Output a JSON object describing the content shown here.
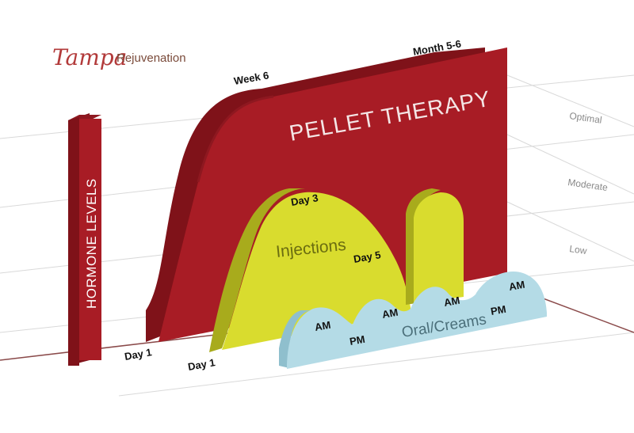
{
  "logo": {
    "script_word": "Tampa",
    "word": "Rejuvenation"
  },
  "chart_data": {
    "type": "area",
    "title": "",
    "y_axis_label": "HORMONE LEVELS",
    "levels": [
      "Optimal",
      "Moderate",
      "Low"
    ],
    "series": [
      {
        "name": "PELLET THERAPY",
        "labels": [
          "Day 1",
          "Week 6",
          "Month 5-6"
        ]
      },
      {
        "name": "Injections",
        "labels": [
          "Day 1",
          "Day 3",
          "Day 5"
        ]
      },
      {
        "name": "Oral/Creams",
        "labels": [
          "AM",
          "PM",
          "AM",
          "AM",
          "PM",
          "AM"
        ]
      }
    ]
  },
  "colors": {
    "pellet_front": "#a81c25",
    "pellet_side": "#7f1219",
    "injection_front": "#d9dc2e",
    "injection_side": "#a8ab1c",
    "oral_front": "#b4dbe6",
    "oral_side": "#8fbfcd",
    "logo_red": "#b23a3a",
    "logo_brown": "#7a4a3a"
  }
}
